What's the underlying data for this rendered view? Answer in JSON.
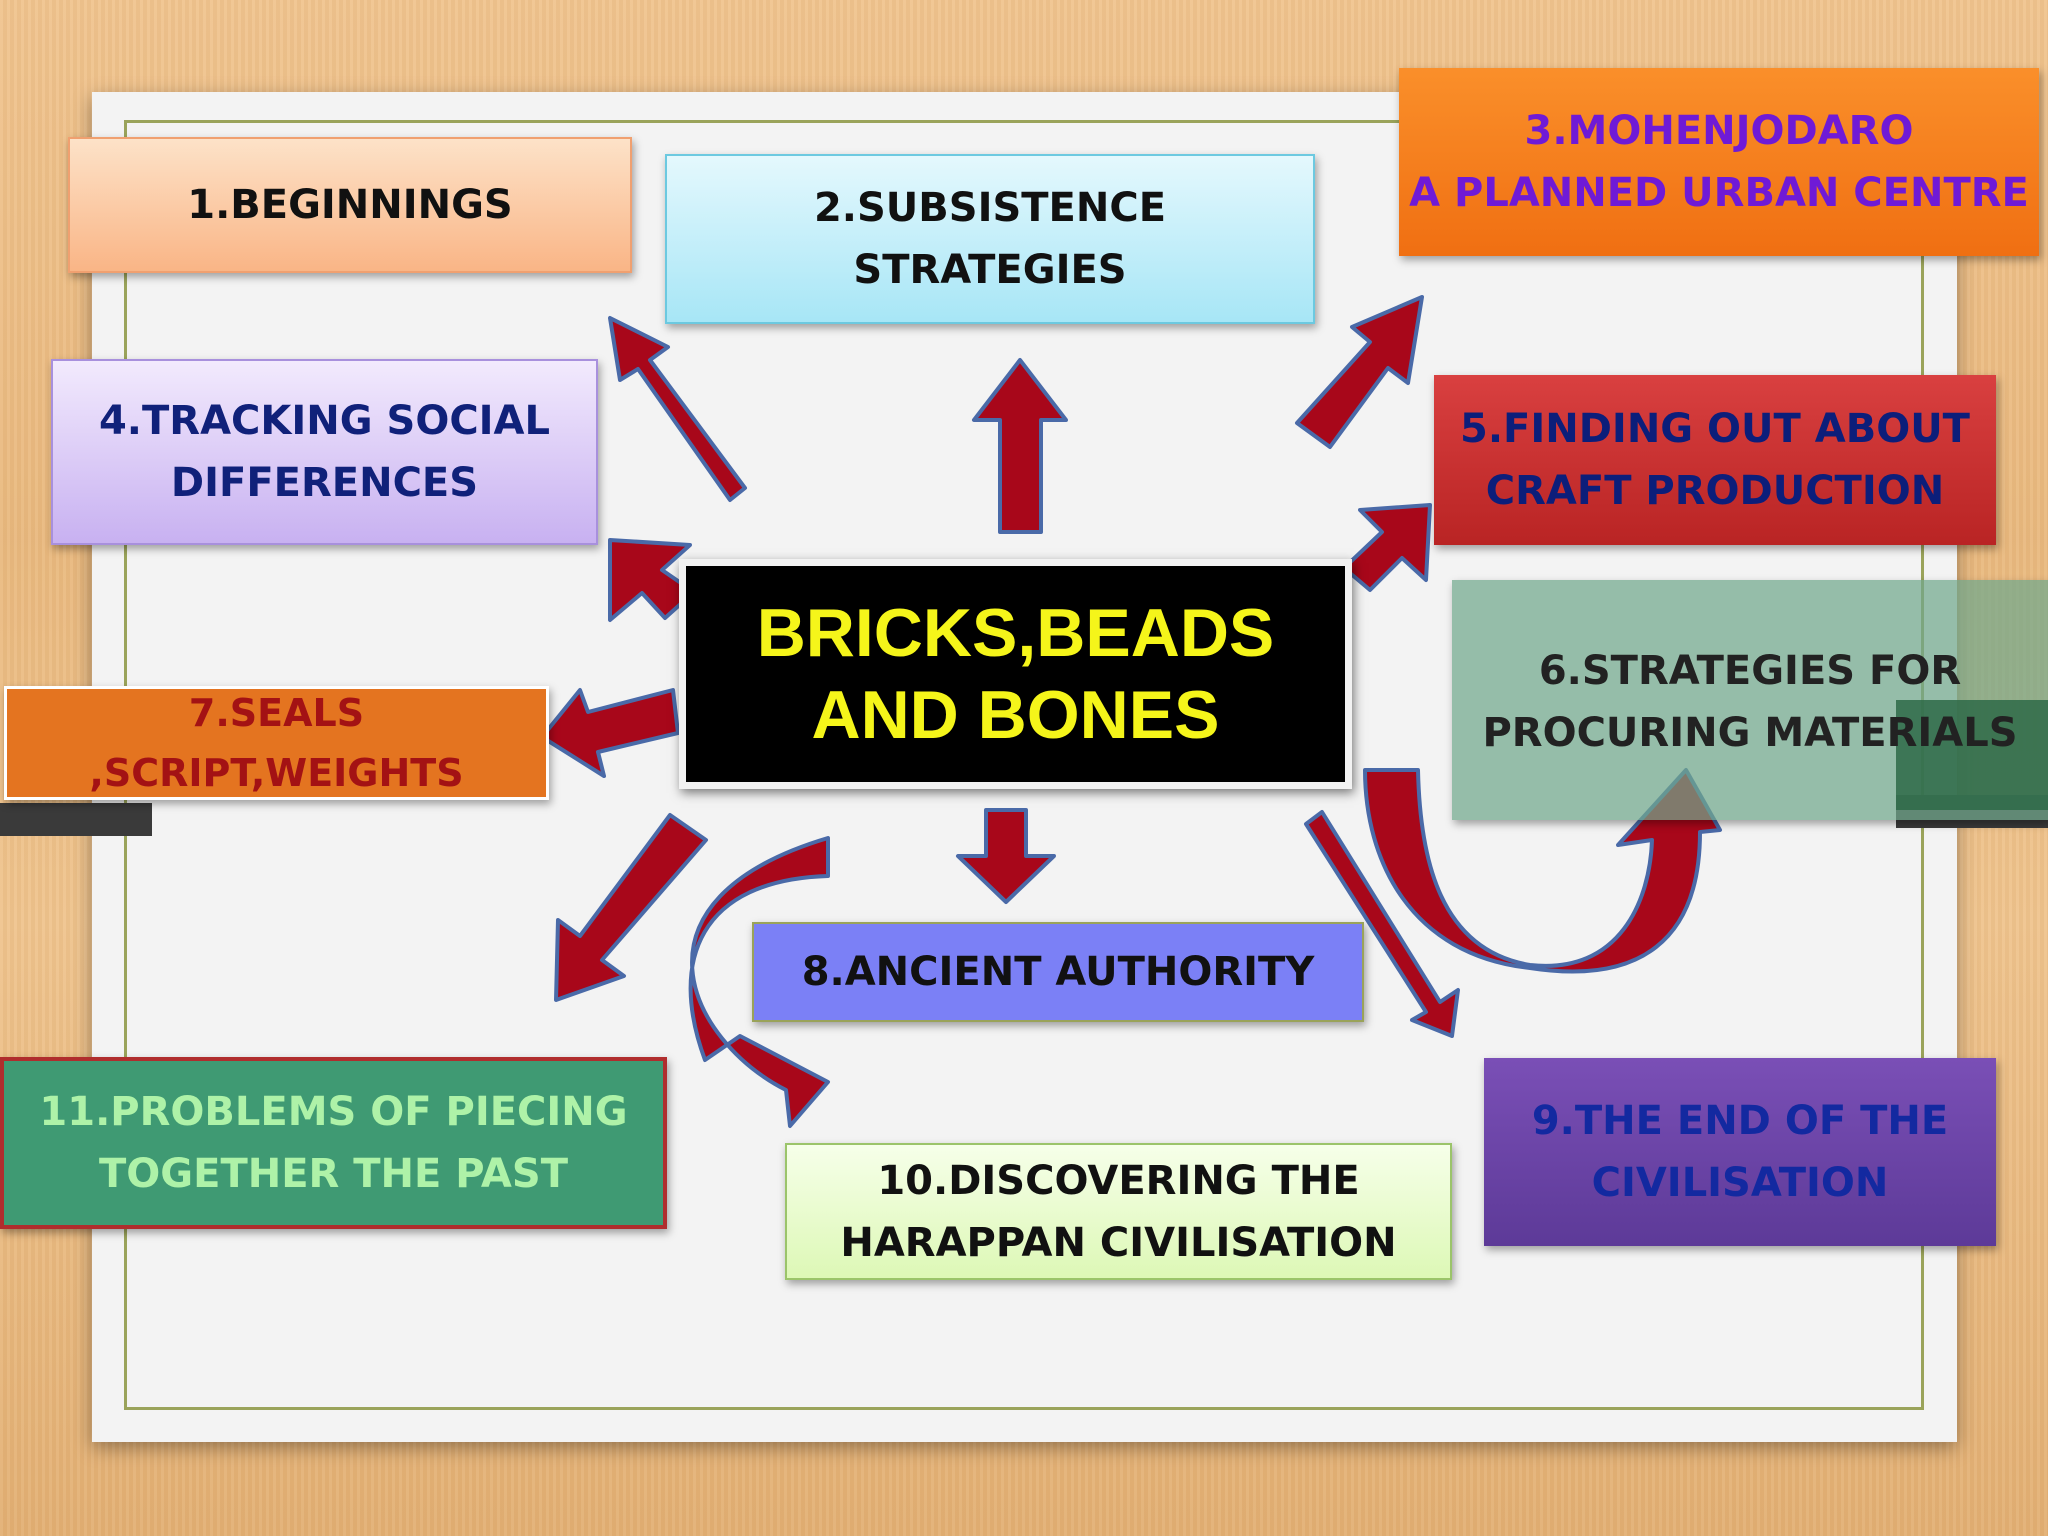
{
  "center": {
    "title": "BRICKS,BEADS\nAND BONES"
  },
  "topics": [
    {
      "id": "b1",
      "label": "1.BEGINNINGS"
    },
    {
      "id": "b2",
      "label": "2.SUBSISTENCE STRATEGIES"
    },
    {
      "id": "b3",
      "label": "3.MOHENJODARO\nA PLANNED URBAN CENTRE"
    },
    {
      "id": "b4",
      "label": "4.TRACKING SOCIAL\nDIFFERENCES"
    },
    {
      "id": "b5",
      "label": "5.FINDING OUT ABOUT\nCRAFT PRODUCTION"
    },
    {
      "id": "b6",
      "label": "6.STRATEGIES FOR\nPROCURING MATERIALS"
    },
    {
      "id": "b7",
      "label": "7.SEALS\n,SCRIPT,WEIGHTS"
    },
    {
      "id": "b8",
      "label": "8.ANCIENT AUTHORITY"
    },
    {
      "id": "b9",
      "label": "9.THE END OF THE\nCIVILISATION"
    },
    {
      "id": "b10",
      "label": "10.DISCOVERING THE\nHARAPPAN CIVILISATION"
    },
    {
      "id": "b11",
      "label": "11.PROBLEMS OF PIECING\nTOGETHER THE PAST"
    }
  ],
  "colors": {
    "arrow_fill": "#a8071a",
    "arrow_stroke": "#4a6aa8",
    "center_text": "#f5f51a"
  }
}
